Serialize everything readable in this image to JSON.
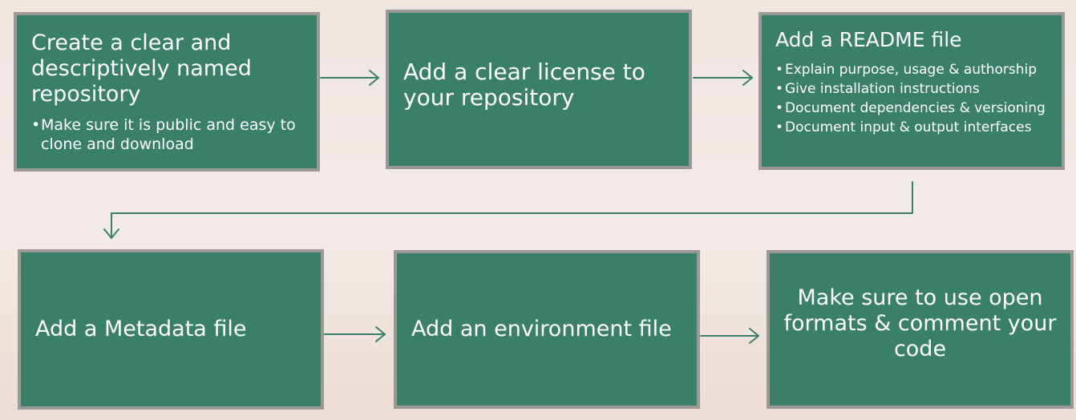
{
  "steps": [
    {
      "title": "Create a clear and descriptively named repository",
      "bullets": [
        "Make sure it is public and easy to clone and download"
      ]
    },
    {
      "title": "Add a clear license to your repository"
    },
    {
      "title": "Add a README file",
      "bullets": [
        "Explain purpose, usage & authorship",
        "Give installation instructions",
        "Document dependencies & versioning",
        "Document input & output interfaces"
      ]
    },
    {
      "title": "Add a Metadata file"
    },
    {
      "title": "Add an environment file"
    },
    {
      "title": "Make sure to use open formats & comment your code"
    }
  ],
  "colors": {
    "box_fill": "#3a8068",
    "box_border": "#9b9895",
    "arrow": "#3a8068",
    "background": "#f0e6e2",
    "text": "#ffffff"
  }
}
